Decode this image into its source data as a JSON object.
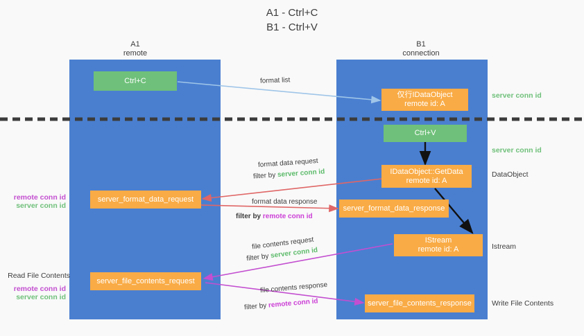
{
  "title": {
    "line1": "A1 - Ctrl+C",
    "line2": "B1 - Ctrl+V"
  },
  "lanes": [
    {
      "id": "a1",
      "name": "A1",
      "sub": "remote"
    },
    {
      "id": "b1",
      "name": "B1",
      "sub": "connection"
    }
  ],
  "colors": {
    "lane": "#4a7fd0",
    "green_box": "#6fc07a",
    "orange_box": "#f9ab45",
    "server_conn_id": "#6fc07a",
    "remote_conn_id": "#c34fd0",
    "format_list_arrow": "#9fc5e8",
    "format_data_arrow": "#e06666",
    "file_contents_arrow": "#c34fd0",
    "black_arrow": "#000000",
    "dashed_line": "#3c3c3c",
    "text": "#3c3c3c"
  },
  "nodes": {
    "ctrl_c": {
      "label": "Ctrl+C",
      "kind": "green"
    },
    "ctrl_v": {
      "label": "Ctrl+V",
      "kind": "green"
    },
    "idataobject": {
      "line1": "仅行IDataObject",
      "line2": "remote id: A",
      "kind": "orange"
    },
    "getdata": {
      "line1": "IDataObject::GetData",
      "line2": "remote id: A",
      "kind": "orange"
    },
    "istream": {
      "line1": "IStream",
      "line2": "remote id: A",
      "kind": "orange"
    },
    "server_format_data_request": {
      "label": "server_format_data_request",
      "kind": "orange"
    },
    "server_format_data_response": {
      "label": "server_format_data_response",
      "kind": "orange"
    },
    "server_file_contents_request": {
      "label": "server_file_contents_request",
      "kind": "orange"
    },
    "server_file_contents_response": {
      "label": "server_file_contents_response",
      "kind": "orange"
    }
  },
  "edges": {
    "format_list": {
      "label": "format list"
    },
    "format_data_request": {
      "label": "format data request",
      "filter_prefix": "filter by ",
      "filter_key": "server conn id"
    },
    "format_data_response": {
      "label": "format data response",
      "filter_prefix": "filter by ",
      "filter_key": "remote conn id"
    },
    "file_contents_request": {
      "label": "file contents request",
      "filter_prefix": "filter by ",
      "filter_key": "server conn id"
    },
    "file_contents_response": {
      "label": "file contents response",
      "filter_prefix": "filter by ",
      "filter_key": "remote conn id"
    }
  },
  "annotations": {
    "right": [
      {
        "text": "server conn id",
        "style": "server"
      },
      {
        "text": "server conn id",
        "style": "server"
      },
      {
        "text": "DataObject",
        "style": "plain"
      },
      {
        "text": "Istream",
        "style": "plain"
      },
      {
        "text": "Write File Contents",
        "style": "plain"
      }
    ],
    "left": {
      "group1_remote": "remote conn id",
      "group1_server": "server conn id",
      "read_file_contents": "Read File Contents",
      "group2_remote": "remote conn id",
      "group2_server": "server conn id"
    }
  }
}
